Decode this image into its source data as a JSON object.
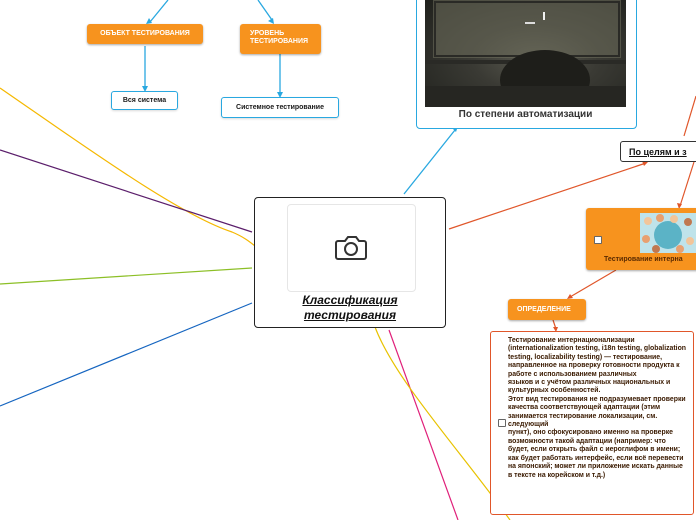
{
  "center": {
    "title": "Классификация  тестирования",
    "icon": "camera-icon"
  },
  "nodes": {
    "test_object": "ОБЪЕКТ ТЕСТИРОВАНИЯ",
    "test_level": "УРОВЕНЬ ТЕСТИРОВАНИЯ",
    "whole_system": "Вся система",
    "system_testing": "Системное тестирование",
    "automation_caption": "По степени автоматизации",
    "by_goals": "По целям и з",
    "internationalization": "Тестирование интерна",
    "definition_label": "ОПРЕДЕЛЕНИЕ",
    "definition_text": "Тестирование интернационализации (internationalization testing, i18n testing, globalization testing, localizability testing) — тестирование, направленное на проверку готовности продукта к работе с использованием различных\nязыков и с учётом различных национальных и культурных особенностей.\nЭтот вид тестирования не подразумевает проверки качества соответствующей адаптации (этим занимается тестирование локализации, см. следующий\nпункт), оно сфокусировано именно на проверке возможности такой адаптации (например: что будет, если открыть файл с иероглифом в имени; как будет работать интерфейс, если всё перевести на японский; может ли приложение искать данные в тексте на корейском и т.д.)"
  },
  "colors": {
    "orange": "#f7931e",
    "blue": "#29a8e0",
    "red_orange": "#e0562a",
    "yellow": "#f5b800",
    "purple": "#5b1e6b",
    "green": "#8cbf26",
    "dark_blue": "#1565c0",
    "magenta": "#e0207a",
    "gold": "#e8c200"
  }
}
